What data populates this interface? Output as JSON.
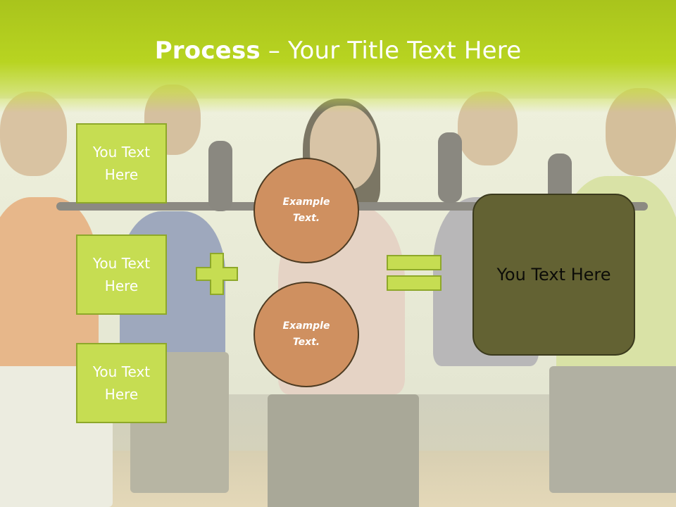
{
  "slide": {
    "title_bold": "Process",
    "title_rest": " – Your Title Text Here",
    "left_boxes": [
      {
        "line1": "You Text",
        "line2": "Here"
      },
      {
        "line1": "You Text",
        "line2": "Here"
      },
      {
        "line1": "You Text",
        "line2": "Here"
      }
    ],
    "circles": [
      {
        "line1": "Example",
        "line2": "Text."
      },
      {
        "line1": "Example",
        "line2": "Text."
      }
    ],
    "result_text": "You Text Here"
  },
  "colors": {
    "header_green": "#b8d421",
    "box_green": "#c6dd52",
    "box_border": "#8ea82a",
    "circle_fill": "#cf9060",
    "result_fill": "#636233"
  },
  "icons": {
    "plus": "plus-icon",
    "equals": "equals-icon"
  }
}
